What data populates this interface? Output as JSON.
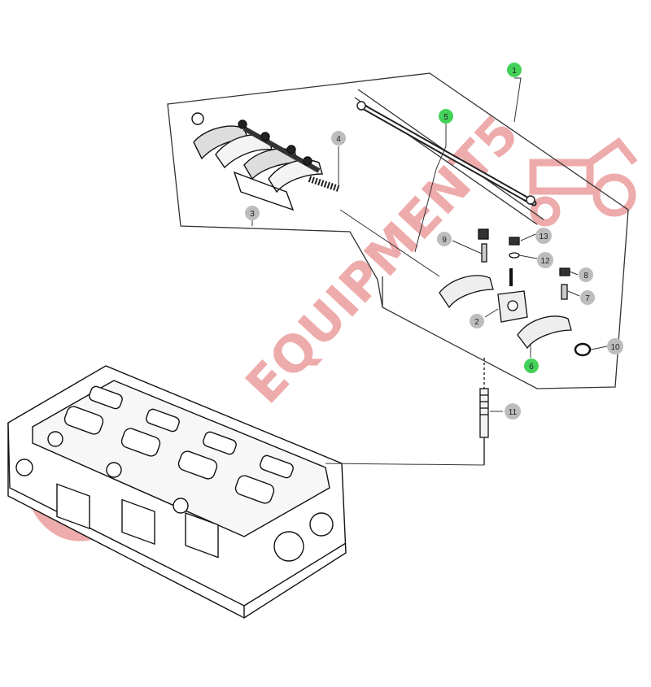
{
  "callouts": [
    {
      "id": "c1",
      "label": "1",
      "highlighted": true
    },
    {
      "id": "c2",
      "label": "2",
      "highlighted": false
    },
    {
      "id": "c3",
      "label": "3",
      "highlighted": false
    },
    {
      "id": "c4",
      "label": "4",
      "highlighted": false
    },
    {
      "id": "c5",
      "label": "5",
      "highlighted": true
    },
    {
      "id": "c6",
      "label": "6",
      "highlighted": true
    },
    {
      "id": "c7",
      "label": "7",
      "highlighted": false
    },
    {
      "id": "c8",
      "label": "8",
      "highlighted": false
    },
    {
      "id": "c9",
      "label": "9",
      "highlighted": false
    },
    {
      "id": "c10",
      "label": "10",
      "highlighted": false
    },
    {
      "id": "c11",
      "label": "11",
      "highlighted": false
    },
    {
      "id": "c12",
      "label": "12",
      "highlighted": false
    },
    {
      "id": "c13",
      "label": "13",
      "highlighted": false
    }
  ],
  "watermark": {
    "text": "EQUIPMENT5",
    "color": "#e06666",
    "icon": "tractor-icon"
  },
  "colors": {
    "highlight": "#44d15a",
    "normal": "#bdbdbd",
    "line": "#333333"
  }
}
